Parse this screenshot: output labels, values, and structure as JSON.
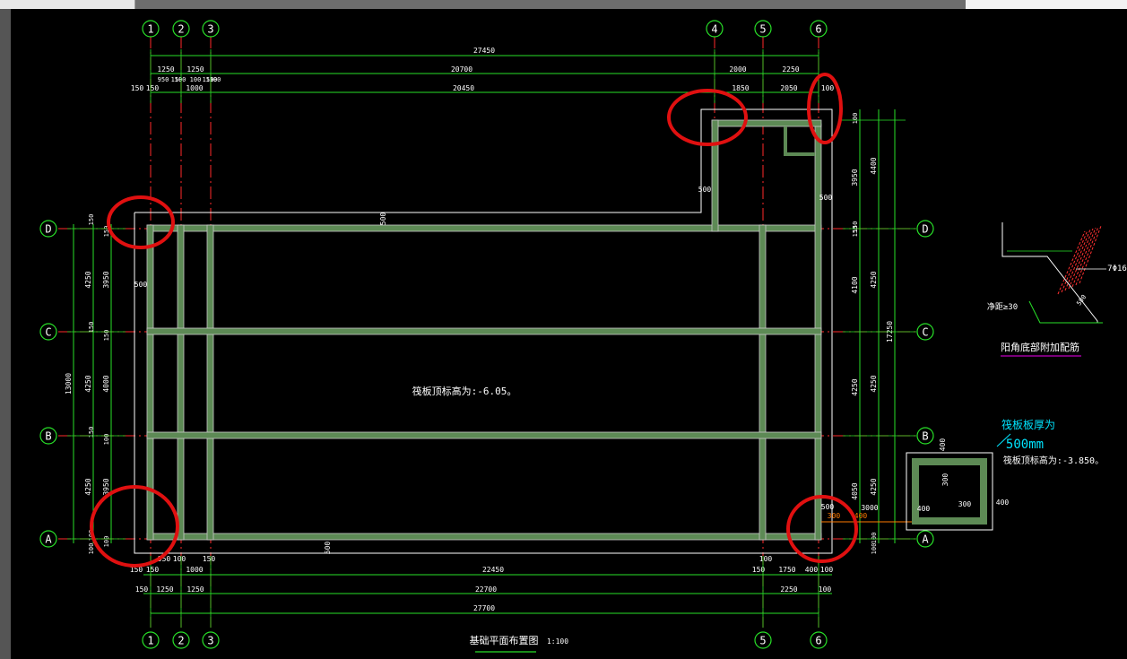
{
  "colors": {
    "background": "#000000",
    "axis_red": "#ff2a2a",
    "dim_green": "#28e028",
    "wall_fill": "#5d8a55",
    "wall_edge": "#c9c9c9",
    "outline_white": "#ffffff",
    "highlight_red": "#e01010",
    "note_cyan": "#00e5ff",
    "text_white": "#ffffff",
    "rebar_red": "#ff3030"
  },
  "grid": {
    "columns_top": [
      "1",
      "2",
      "3",
      "4",
      "5",
      "6"
    ],
    "columns_bottom": [
      "1",
      "2",
      "3",
      "5",
      "6"
    ],
    "rows": [
      "D",
      "C",
      "B",
      "A"
    ]
  },
  "dims_top": {
    "total": "27450",
    "row2": [
      "1250",
      "1250",
      "20700",
      "2000",
      "2250"
    ],
    "row3": [
      "950",
      "100",
      "150",
      "100",
      "150",
      "150",
      "100"
    ],
    "row4": [
      "150",
      "150",
      "1000",
      "20450",
      "1850",
      "2050",
      "100"
    ]
  },
  "dims_bottom": {
    "row1": [
      "150",
      "150",
      "950",
      "100",
      "1000",
      "150",
      "22450",
      "150",
      "100",
      "1750",
      "400",
      "100"
    ],
    "row2": [
      "150",
      "1250",
      "1250",
      "22700",
      "2250",
      "100"
    ],
    "total": "27700"
  },
  "dims_left": {
    "total": "13000",
    "outer": [
      "4250",
      "4250",
      "4250"
    ],
    "inner": [
      "3950",
      "4000",
      "3950"
    ],
    "small": [
      "150",
      "150",
      "150",
      "150",
      "150",
      "100",
      "100",
      "100",
      "100"
    ]
  },
  "dims_right": {
    "total": "17250",
    "outer": [
      "4400",
      "4250",
      "4250",
      "4250"
    ],
    "inner": [
      "3950",
      "4100",
      "4250",
      "4050"
    ],
    "small": [
      "100",
      "150",
      "150",
      "100",
      "100"
    ]
  },
  "plan_labels": {
    "slab_top_elevation": "筏板顶标高为:-6.05。",
    "thickness_marks": [
      "500",
      "500",
      "500",
      "500",
      "500",
      "500",
      "300",
      "3000",
      "400"
    ]
  },
  "detail_pit": {
    "note_line1": "筏板板厚为",
    "note_line2": "500mm",
    "note_line3": "筏板顶标高为:-3.850。",
    "dims": [
      "400",
      "300",
      "400",
      "300",
      "400"
    ]
  },
  "detail_rebar": {
    "rebar_label": "7Φ16",
    "spacing_label": "净距≥30",
    "dim": "500",
    "title": "阳角底部附加配筋"
  },
  "drawing_title": {
    "title": "基础平面布置图",
    "scale": "1:100"
  }
}
